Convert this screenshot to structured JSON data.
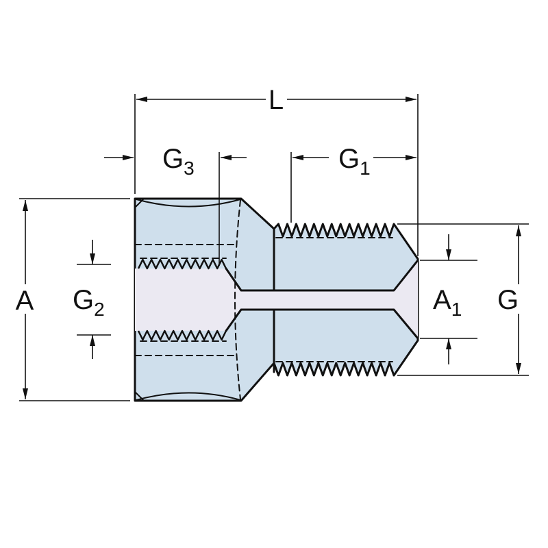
{
  "drawing": {
    "description_labels_note": "dimension callouts visible in the technical drawing",
    "dimension_labels": {
      "L": {
        "main": "L",
        "sub": ""
      },
      "G3": {
        "main": "G",
        "sub": "3"
      },
      "G1": {
        "main": "G",
        "sub": "1"
      },
      "A": {
        "main": "A",
        "sub": ""
      },
      "G2": {
        "main": "G",
        "sub": "2"
      },
      "A1": {
        "main": "A",
        "sub": "1"
      },
      "G": {
        "main": "G",
        "sub": ""
      }
    },
    "colors": {
      "body_fill": "#cfdfec",
      "bore_fill": "#ebe9f2",
      "line": "#111111",
      "background": "#ffffff"
    }
  }
}
